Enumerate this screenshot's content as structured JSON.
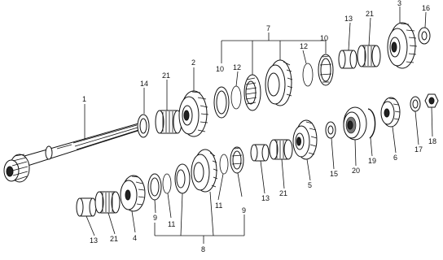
{
  "callouts": [
    {
      "id": "c1",
      "text": "1"
    },
    {
      "id": "c2",
      "text": "2"
    },
    {
      "id": "c3",
      "text": "3"
    },
    {
      "id": "c4",
      "text": "4"
    },
    {
      "id": "c5",
      "text": "5"
    },
    {
      "id": "c6",
      "text": "6"
    },
    {
      "id": "c7",
      "text": "7"
    },
    {
      "id": "c8",
      "text": "8"
    },
    {
      "id": "c9a",
      "text": "9"
    },
    {
      "id": "c9b",
      "text": "9"
    },
    {
      "id": "c10a",
      "text": "10"
    },
    {
      "id": "c10b",
      "text": "10"
    },
    {
      "id": "c11a",
      "text": "11"
    },
    {
      "id": "c11b",
      "text": "11"
    },
    {
      "id": "c12a",
      "text": "12"
    },
    {
      "id": "c12b",
      "text": "12"
    },
    {
      "id": "c13a",
      "text": "13"
    },
    {
      "id": "c13b",
      "text": "13"
    },
    {
      "id": "c13c",
      "text": "13"
    },
    {
      "id": "c14",
      "text": "14"
    },
    {
      "id": "c15",
      "text": "15"
    },
    {
      "id": "c16",
      "text": "16"
    },
    {
      "id": "c17",
      "text": "17"
    },
    {
      "id": "c18",
      "text": "18"
    },
    {
      "id": "c19",
      "text": "19"
    },
    {
      "id": "c20",
      "text": "20"
    },
    {
      "id": "c21a",
      "text": "21"
    },
    {
      "id": "c21b",
      "text": "21"
    },
    {
      "id": "c21c",
      "text": "21"
    },
    {
      "id": "c21d",
      "text": "21"
    }
  ]
}
